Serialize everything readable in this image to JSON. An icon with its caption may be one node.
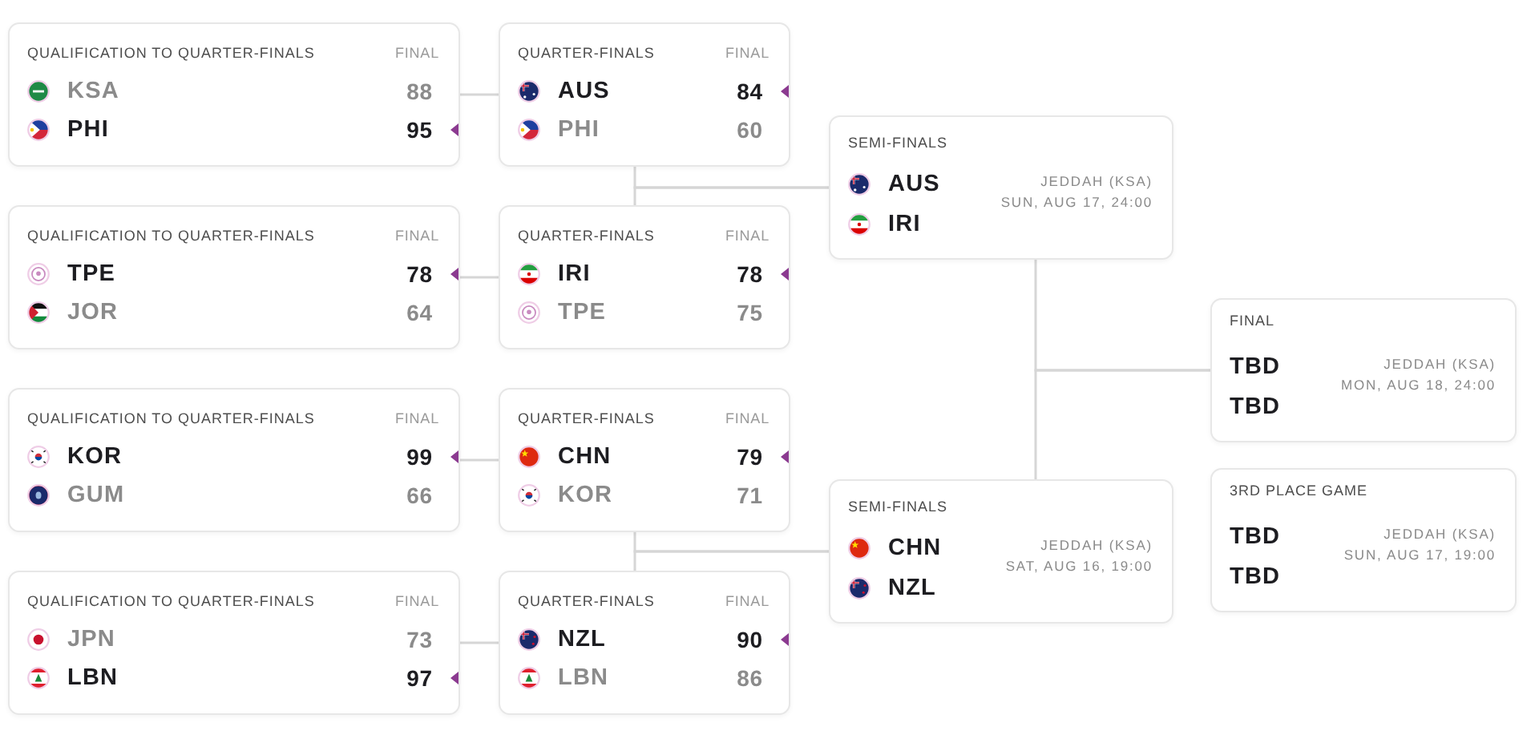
{
  "diagram": {
    "nodes": [
      {
        "text": [
          "QUALIFICATION TO QUARTER-FINALS",
          "FINAL",
          "KSA",
          "88",
          "PHI",
          "95"
        ]
      },
      {
        "text": [
          "QUALIFICATION TO QUARTER-FINALS",
          "FINAL",
          "TPE",
          "78",
          "JOR",
          "64"
        ]
      },
      {
        "text": [
          "QUALIFICATION TO QUARTER-FINALS",
          "FINAL",
          "KOR",
          "99",
          "GUM",
          "66"
        ]
      },
      {
        "text": [
          "QUALIFICATION TO QUARTER-FINALS",
          "FINAL",
          "JPN",
          "73",
          "LBN",
          "97"
        ]
      },
      {
        "text": [
          "QUARTER-FINALS",
          "FINAL",
          "AUS",
          "84",
          "PHI",
          "60"
        ]
      },
      {
        "text": [
          "QUARTER-FINALS",
          "FINAL",
          "IRI",
          "78",
          "TPE",
          "75"
        ]
      },
      {
        "text": [
          "QUARTER-FINALS",
          "FINAL",
          "CHN",
          "79",
          "KOR",
          "71"
        ]
      },
      {
        "text": [
          "QUARTER-FINALS",
          "FINAL",
          "NZL",
          "90",
          "LBN",
          "86"
        ]
      },
      {
        "text": [
          "SEMI-FINALS",
          "AUS",
          "IRI",
          "JEDDAH (KSA)",
          "SUN, AUG 17, 24:00"
        ]
      },
      {
        "text": [
          "SEMI-FINALS",
          "CHN",
          "NZL",
          "JEDDAH (KSA)",
          "SAT, AUG 16, 19:00"
        ]
      },
      {
        "text": [
          "FINAL",
          "TBD",
          "TBD",
          "JEDDAH (KSA)",
          "MON, AUG 18, 24:00"
        ]
      },
      {
        "text": [
          "3RD PLACE GAME",
          "TBD",
          "TBD",
          "JEDDAH (KSA)",
          "SUN, AUG 17, 19:00"
        ]
      }
    ],
    "edges": [
      {
        "from": 0,
        "to": 4,
        "arrow": "none"
      },
      {
        "from": 1,
        "to": 5,
        "arrow": "none"
      },
      {
        "from": 2,
        "to": 6,
        "arrow": "none"
      },
      {
        "from": 3,
        "to": 7,
        "arrow": "none"
      },
      {
        "from": 4,
        "to": 8,
        "arrow": "none"
      },
      {
        "from": 5,
        "to": 8,
        "arrow": "none"
      },
      {
        "from": 6,
        "to": 9,
        "arrow": "none"
      },
      {
        "from": 7,
        "to": 9,
        "arrow": "none"
      },
      {
        "from": 8,
        "to": 10,
        "arrow": "none"
      },
      {
        "from": 9,
        "to": 10,
        "arrow": "none"
      }
    ]
  }
}
